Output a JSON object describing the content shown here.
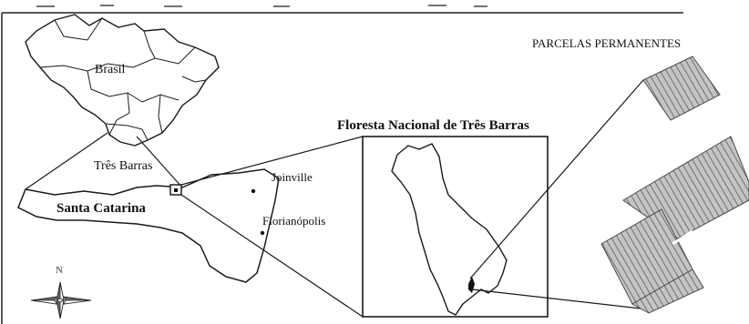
{
  "labels": {
    "brazil": "Brasil",
    "tres_barras": "Três Barras",
    "santa_catarina": "Santa Catarina",
    "joinville": "Joinville",
    "florianopolis": "Florianópolis",
    "flona": "Floresta Nacional de Três Barras",
    "parcelas": "PARCELAS PERMANENTES",
    "north": "N"
  },
  "colors": {
    "stroke": "#1a1a1a",
    "plot_fill": "#b8b8b8",
    "plot_line": "#5a5a5a",
    "background": "#ffffff"
  }
}
